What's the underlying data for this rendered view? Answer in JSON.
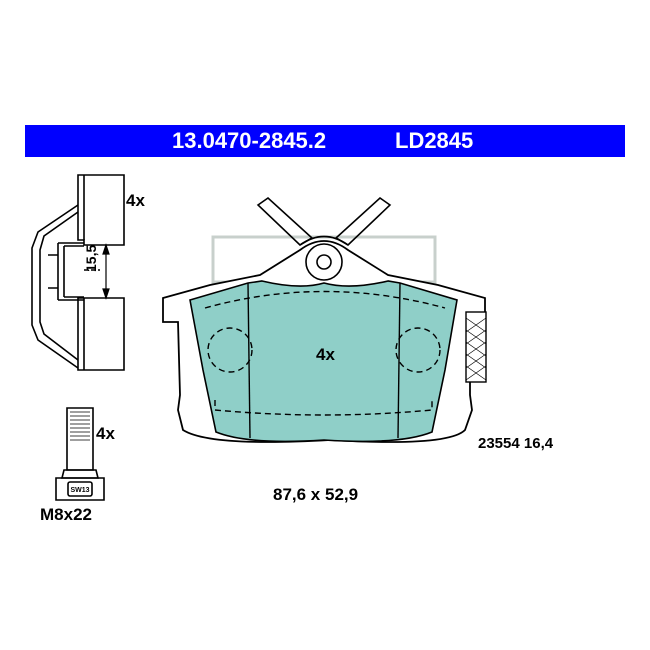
{
  "header": {
    "part_number": "13.0470-2845.2",
    "code": "LD2845",
    "band_color": "#0000ff"
  },
  "clip": {
    "quantity": "4x",
    "dimension": "15,5"
  },
  "bolt": {
    "quantity": "4x",
    "size": "M8x22",
    "wrench": "SW13"
  },
  "pad": {
    "quantity": "4x",
    "reference": "23554 16,4",
    "dimensions": "87,6 x 52,9",
    "fill_color": "#8fcfc8"
  }
}
